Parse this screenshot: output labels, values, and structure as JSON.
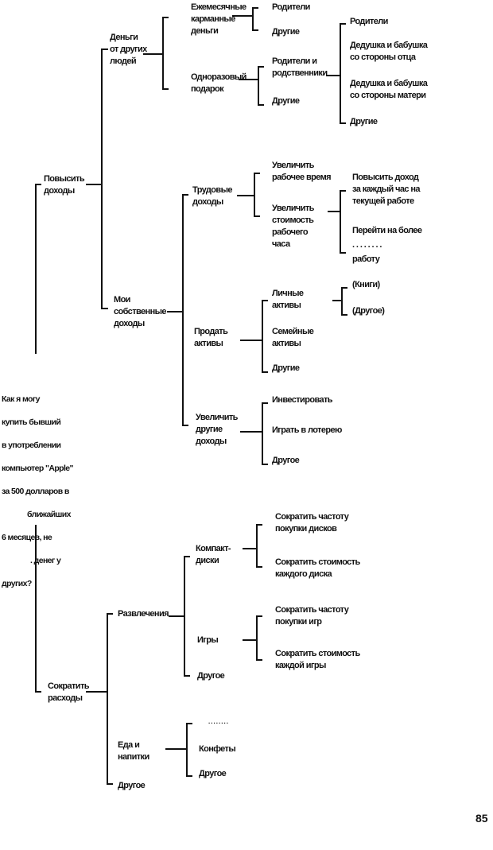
{
  "root_question": [
    "Как я могу",
    "купить бывший",
    "в употреблении",
    "компьютер \"Apple\"",
    "за 500 долларов в",
    "ближайших",
    "6 месяцев, не",
    ". денег у",
    "других?"
  ],
  "nodes": {
    "increase_income": "Повысить\nдоходы",
    "money_from_others": "Деньги\nот других\nлюдей",
    "monthly_allowance": "Ежемесячные\nкарманные\nденьги",
    "ma_parents": "Родители",
    "ma_others": "Другие",
    "one_time_gift": "Одноразовый\nподарок",
    "gift_parents_relatives": "Родители и\nродственники",
    "gift_others": "Другие",
    "rel_parents": "Родители",
    "rel_paternal": "Дедушка и бабушка\nсо стороны отца",
    "rel_maternal": "Дедушка и бабушка\nсо стороны матери",
    "rel_others": "Другие",
    "own_income": "Мои\nсобственные\nдоходы",
    "labor_income": "Трудовые\nдоходы",
    "more_hours": "Увеличить\nрабочее время",
    "hour_value": "Увеличить\nстоимость\nрабочего\nчаса",
    "raise_current": "Повысить доход\nза каждый час на\nтекущей работе",
    "better_job": "Перейти на более\n. . . . . . . .\nработу",
    "sell_assets": "Продать\nактивы",
    "personal_assets": "Личные\nактивы",
    "family_assets": "Семейные\nактивы",
    "assets_others": "Другие",
    "books": "(Книги)",
    "assets_other2": "(Другое)",
    "other_income": "Увеличить\nдругие\nдоходы",
    "invest": "Инвестировать",
    "lottery": "Играть в лотерею",
    "income_other": "Другое",
    "cut_expenses": "Сократить\nрасходы",
    "entertainment": "Развлечения",
    "cds": "Компакт-\nдиски",
    "cd_freq": "Сократить частоту\nпокупки дисков",
    "cd_cost": "Сократить стоимость\nкаждого диска",
    "games": "Игры",
    "game_freq": "Сократить частоту\nпокупки игр",
    "game_cost": "Сократить стоимость\nкаждой игры",
    "ent_other": "Другое",
    "food": "Еда и\nнапитки",
    "food_dots": ". . . . . . . .",
    "candy": "Конфеты",
    "food_other": "Другое",
    "exp_other": "Другое"
  },
  "page_number": "85"
}
